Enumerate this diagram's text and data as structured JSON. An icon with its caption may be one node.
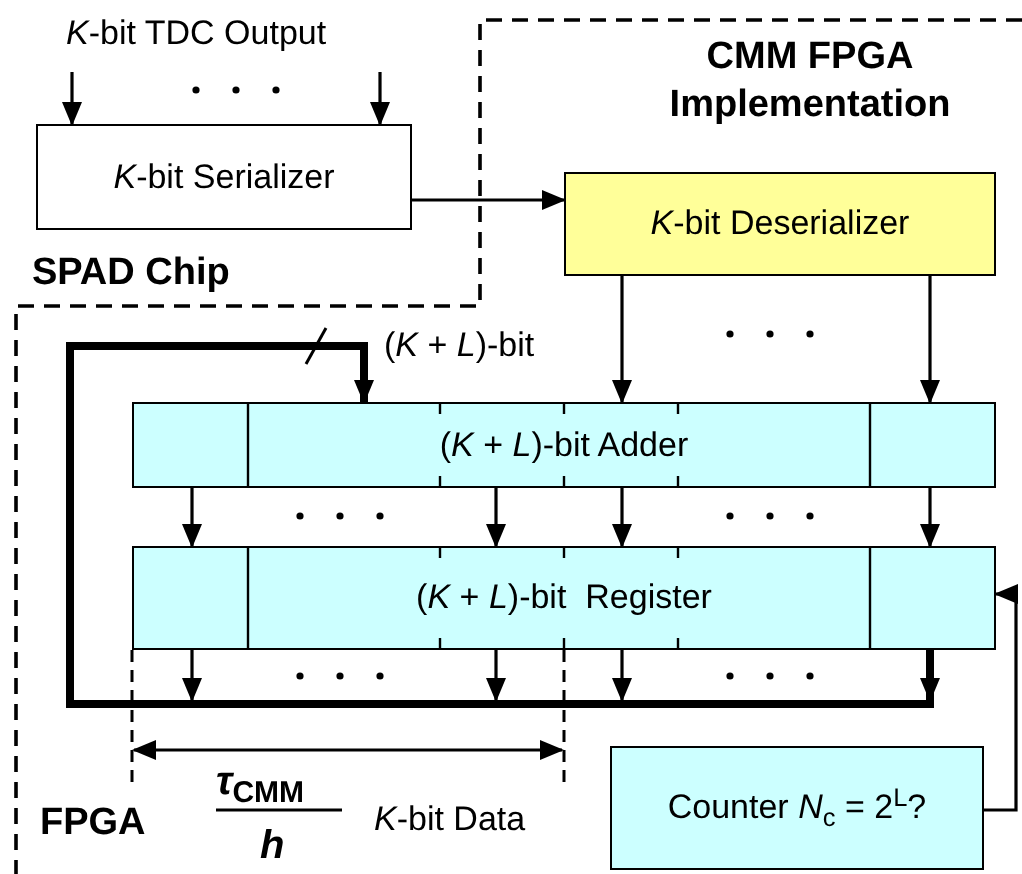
{
  "diagram": {
    "nodes": [
      {
        "text": [
          "*K*-bit Serializer"
        ]
      },
      {
        "text": [
          "*K*-bit Deserializer"
        ]
      },
      {
        "text": [
          "(*K* + *L*)-bit Adder"
        ]
      },
      {
        "text": [
          "(*K* + *L*)-bit  Register"
        ]
      },
      {
        "text": [
          "Counter *N*$_{c}$ = 2$^{L}$?"
        ]
      }
    ],
    "edges": [
      {
        "from": null,
        "to": 0,
        "arrow": "to"
      },
      {
        "from": null,
        "to": 0,
        "arrow": "to"
      },
      {
        "from": 0,
        "to": 1,
        "arrow": "to"
      },
      {
        "from": 1,
        "to": 2,
        "arrow": "to"
      },
      {
        "from": 1,
        "to": 2,
        "arrow": "to"
      },
      {
        "from": 2,
        "to": 3,
        "arrow": "to"
      },
      {
        "from": 2,
        "to": 3,
        "arrow": "to"
      },
      {
        "from": 2,
        "to": 3,
        "arrow": "to"
      },
      {
        "from": 2,
        "to": 3,
        "arrow": "to"
      },
      {
        "from": 3,
        "to": 2,
        "arrow": "to",
        "label": "(*K* + *L*)-bit",
        "style": "thick"
      },
      {
        "from": 4,
        "to": 3,
        "arrow": "to"
      }
    ],
    "labels": [
      "*K*-bit TDC Output",
      "CMM FPGA Implementation",
      "SPAD Chip",
      "*τ*$_{CMM}$",
      "*h*",
      "*K*-bit Data",
      "FPGA"
    ]
  }
}
